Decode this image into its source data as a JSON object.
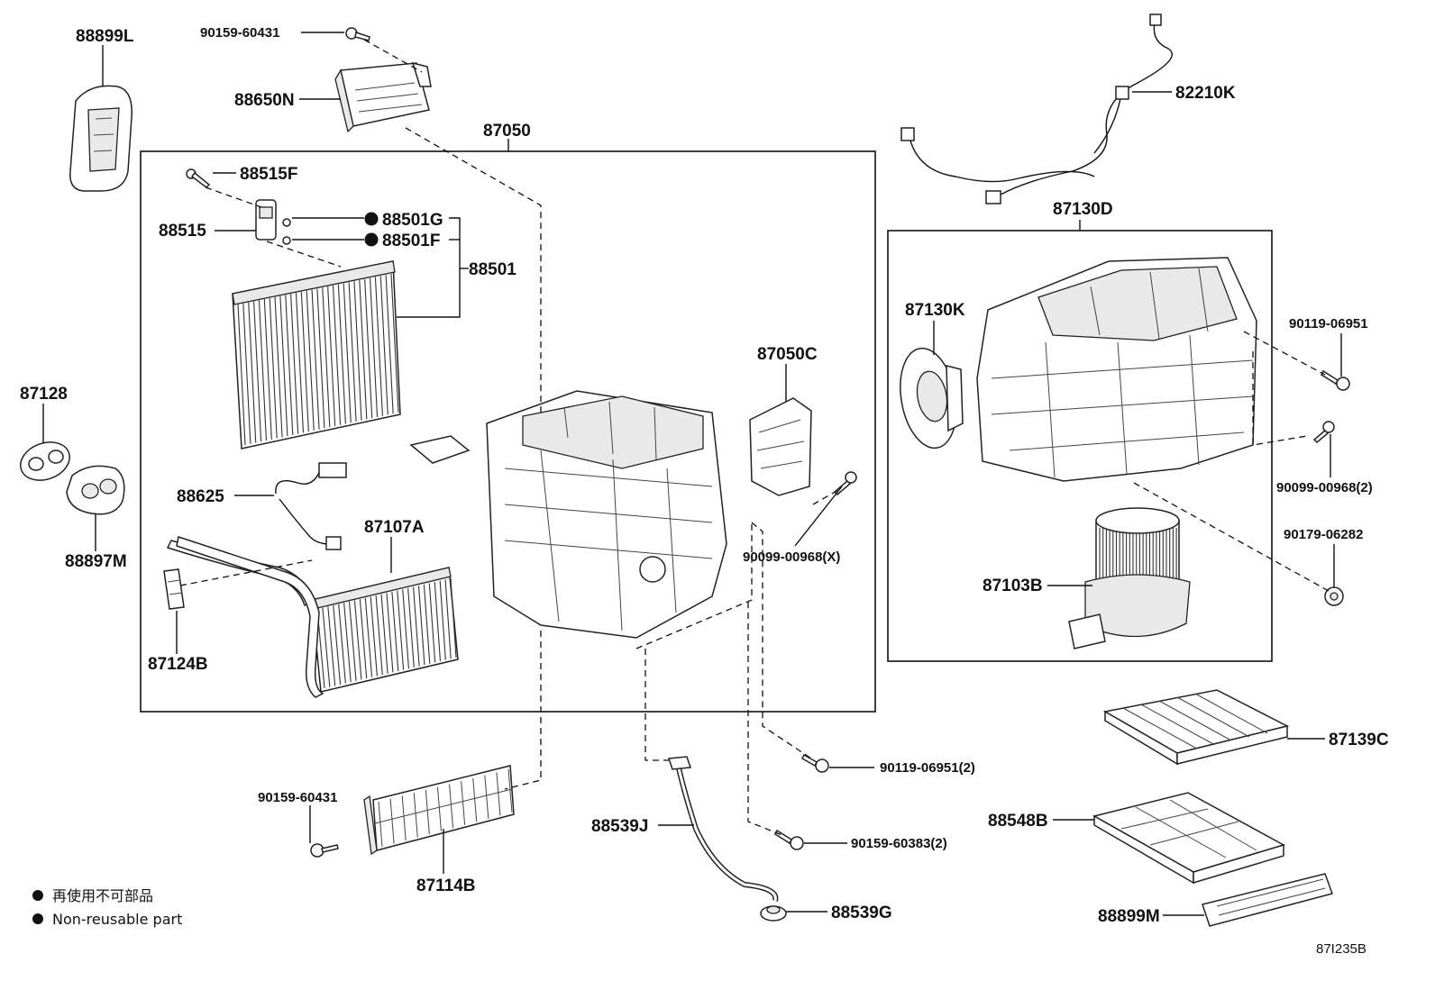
{
  "labels": {
    "p88899L": "88899L",
    "p90159_60431_top": "90159-60431",
    "p88650N": "88650N",
    "p87050": "87050",
    "p88515F": "88515F",
    "p88515": "88515",
    "p88501G": "88501G",
    "p88501F": "88501F",
    "p88501": "88501",
    "p87128": "87128",
    "p88897M": "88897M",
    "p88625": "88625",
    "p87107A": "87107A",
    "p87124B": "87124B",
    "p87050C": "87050C",
    "p90099_00968X": "90099-00968(X)",
    "p82210K": "82210K",
    "p87130D": "87130D",
    "p87130K": "87130K",
    "p90119_06951": "90119-06951",
    "p90099_00968_2": "90099-00968(2)",
    "p90179_06282": "90179-06282",
    "p87103B": "87103B",
    "p87139C": "87139C",
    "p90119_06951_2": "90119-06951(2)",
    "p90159_60431_bot": "90159-60431",
    "p87114B": "87114B",
    "p88539J": "88539J",
    "p90159_60383_2": "90159-60383(2)",
    "p88548B": "88548B",
    "p88539G": "88539G",
    "p88899M": "88899M"
  },
  "legend": {
    "japanese": "再使用不可部品",
    "english": "Non-reusable part"
  },
  "diagram_code": "87I235B"
}
